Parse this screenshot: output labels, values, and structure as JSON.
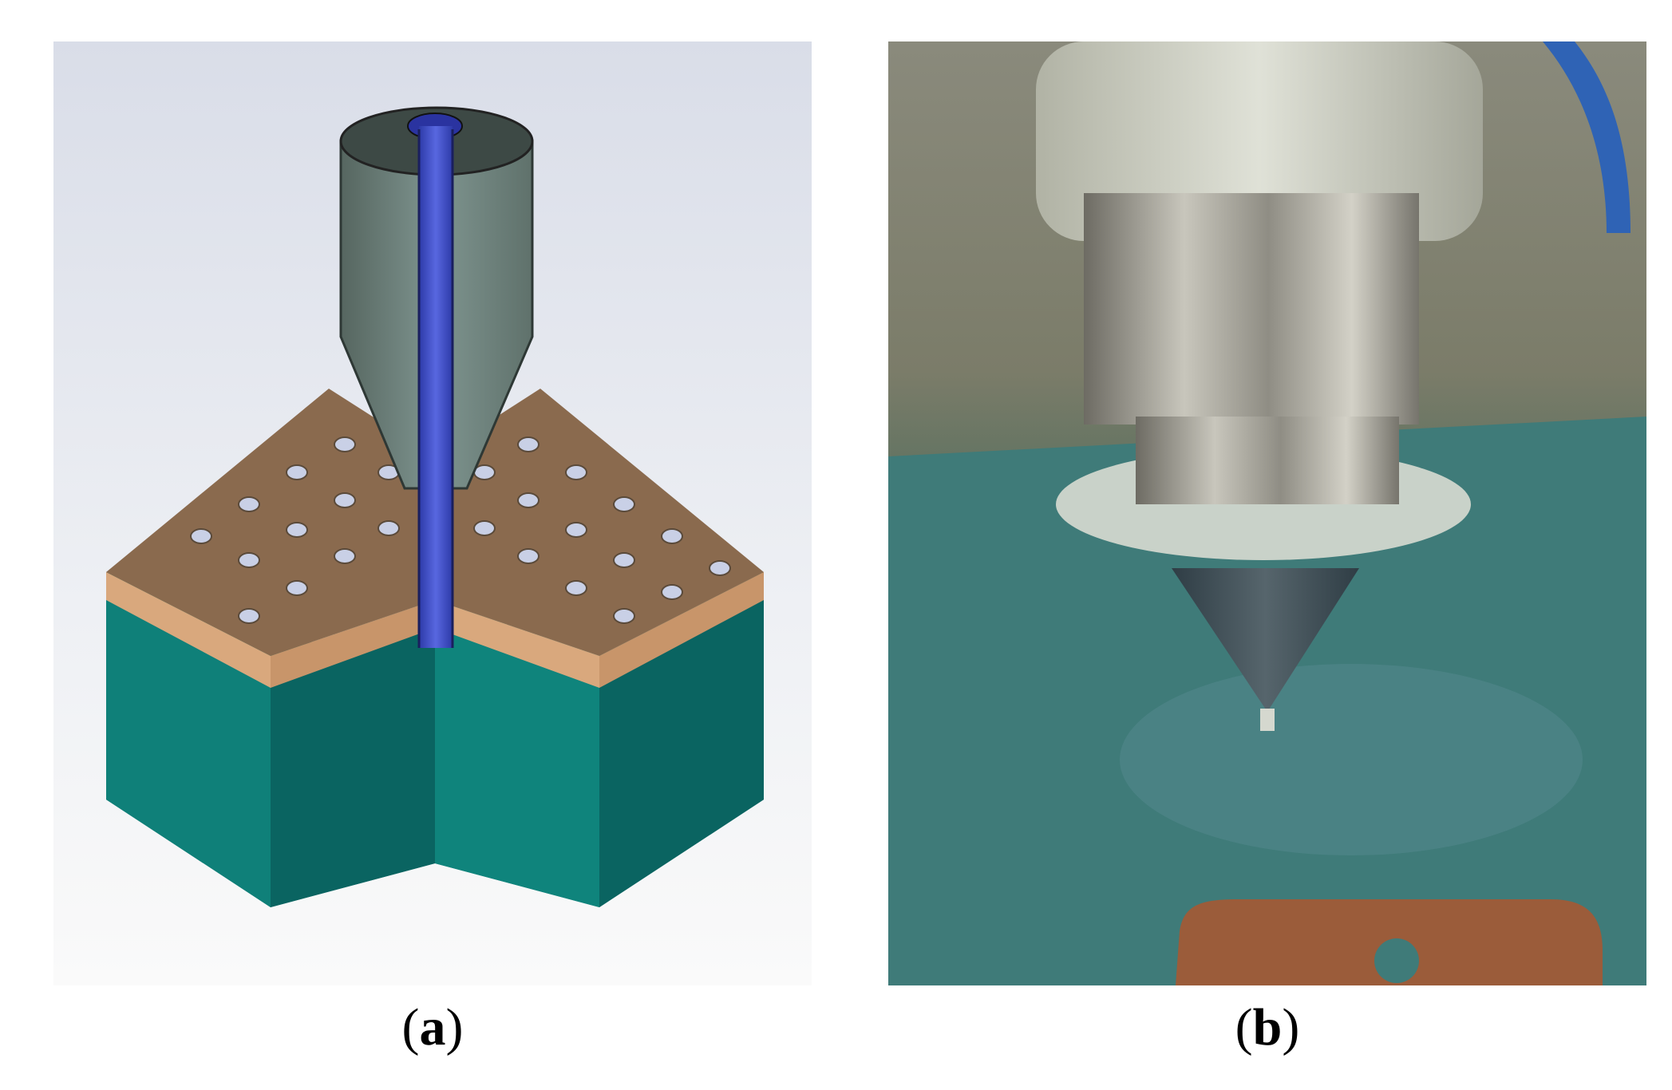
{
  "figure": {
    "panels": [
      {
        "id": "a",
        "label_open": "(",
        "label_letter": "a",
        "label_close": ")"
      },
      {
        "id": "b",
        "label_open": "(",
        "label_letter": "b",
        "label_close": ")"
      }
    ]
  },
  "colors": {
    "background": "#ffffff",
    "render_background": "#e8ebf2",
    "substrate_teal": "#0f8079",
    "substrate_teal_dark": "#085f5b",
    "copper_top": "#8d6a4c",
    "copper_edge": "#d6a77c",
    "nozzle_gray": "#6f837d",
    "nozzle_dark": "#3d4945",
    "channel_blue": "#3f4fd0",
    "photo_green": "#3e7a78",
    "photo_metal": "#9a9890"
  }
}
